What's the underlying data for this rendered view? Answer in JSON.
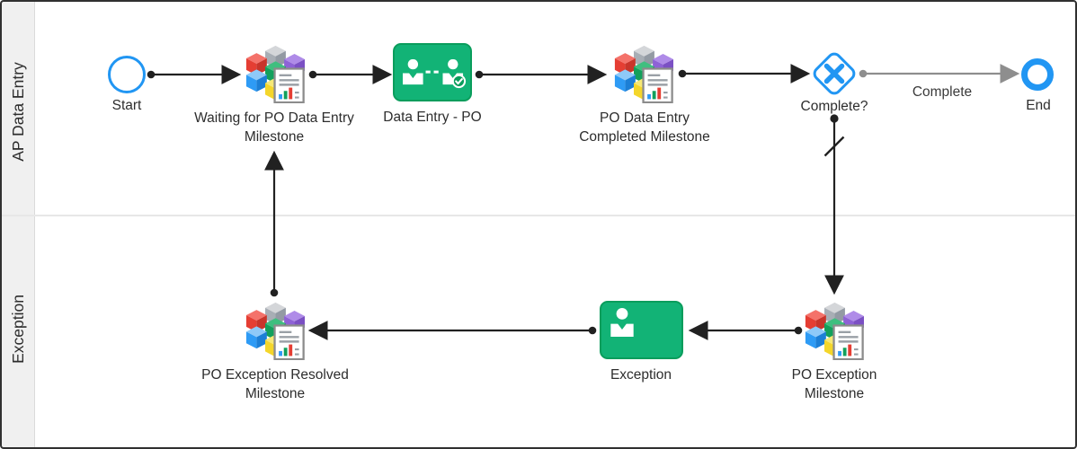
{
  "diagram": {
    "type": "bpmn-process",
    "lanes": [
      {
        "label": "AP Data Entry"
      },
      {
        "label": "Exception"
      }
    ],
    "nodes": {
      "start_event": {
        "kind": "start-event",
        "label": "Start"
      },
      "waiting_milestone": {
        "kind": "milestone",
        "label": "Waiting for PO Data Entry Milestone",
        "icon": "milestone-cubes-report-icon"
      },
      "data_entry_task": {
        "kind": "user-task",
        "label": "Data Entry - PO",
        "icon": "two-users-check-icon"
      },
      "completed_milestone": {
        "kind": "milestone",
        "label": "PO Data Entry Completed Milestone",
        "icon": "milestone-cubes-report-icon"
      },
      "complete_gateway": {
        "kind": "exclusive-gateway",
        "label": "Complete?",
        "icon": "x-gateway-icon"
      },
      "end_event": {
        "kind": "end-event",
        "label": "End"
      },
      "exception_milestone": {
        "kind": "milestone",
        "label": "PO Exception Milestone",
        "icon": "milestone-cubes-report-icon"
      },
      "exception_task": {
        "kind": "user-task",
        "label": "Exception",
        "icon": "user-icon"
      },
      "resolved_milestone": {
        "kind": "milestone",
        "label": "PO Exception Resolved Milestone",
        "icon": "milestone-cubes-report-icon"
      }
    },
    "edges": {
      "complete_flow_label": "Complete",
      "default_flow_marker": "slash"
    },
    "colors": {
      "event_blue": "#2196F3",
      "task_green": "#12B376",
      "task_green_border": "#0A9D5C",
      "badge_green": "#0A9D5C",
      "connector_black": "#212121",
      "connector_gray": "#8E8E8E",
      "lane_strip_gray": "#F0F0F0",
      "lane_divider_gray": "#E7E7E7",
      "frame_border": "#303030",
      "label_text": "#2D2D2D"
    }
  }
}
